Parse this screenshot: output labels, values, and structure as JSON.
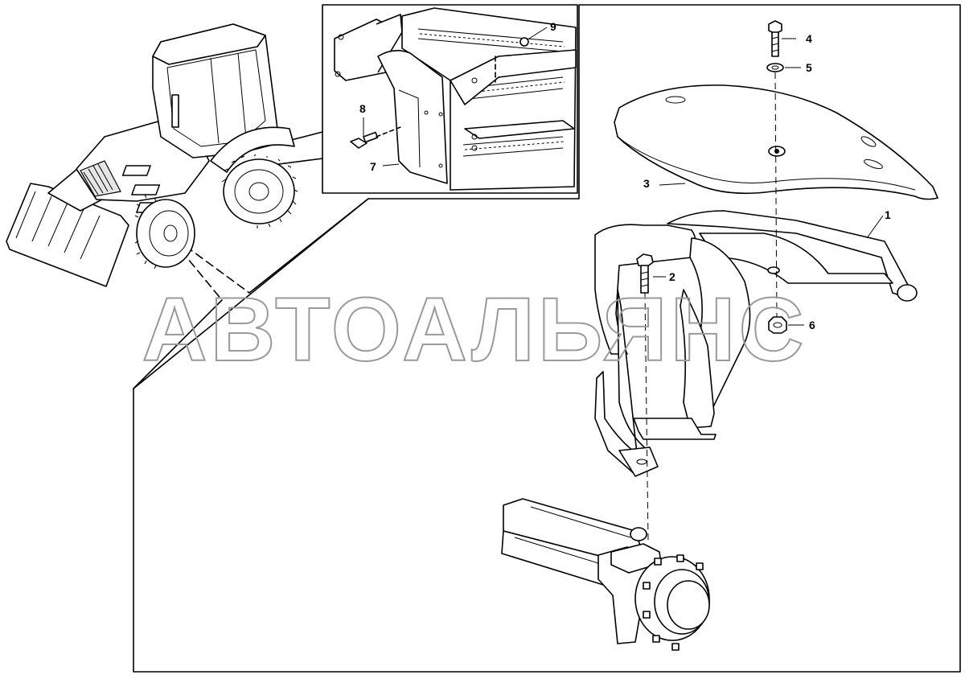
{
  "watermark": "АВТОАЛЬЯНС",
  "callouts": {
    "c1": "1",
    "c2": "2",
    "c3": "3",
    "c4": "4",
    "c5": "5",
    "c6": "6",
    "c7": "7",
    "c8": "8",
    "c9": "9"
  },
  "icons": {
    "machine": "backhoe-loader-icon",
    "bolt": "bolt-icon",
    "washer": "washer-icon",
    "nut": "nut-icon"
  }
}
